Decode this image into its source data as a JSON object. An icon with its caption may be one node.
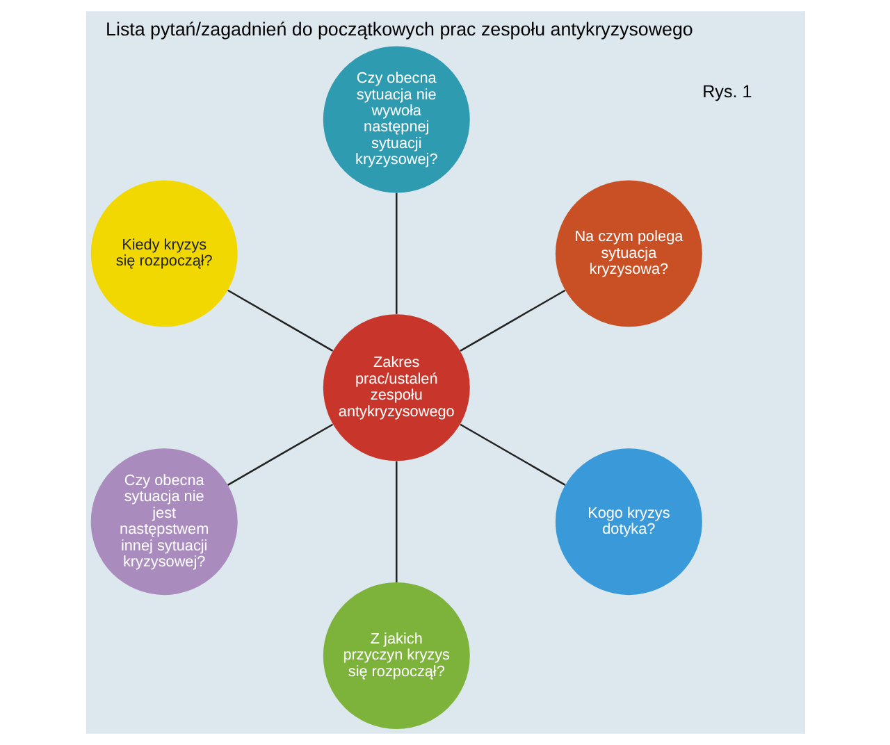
{
  "diagram": {
    "title": "Lista pytań/zagadnień do początkowych prac zespołu antykryzysowego",
    "nodes": [
      {
        "text": [
          "Na czym polega sytuacja kryzysowa?"
        ]
      },
      {
        "text": [
          "Czy obecna sytuacja nie wywoła następnej sytuacji kryzysowej?"
        ]
      },
      {
        "text": [
          "Kiedy kryzys się rozpoczął?"
        ]
      },
      {
        "text": [
          "Zakres prac/ustaleń zespołu antykryzysowego"
        ]
      },
      {
        "text": [
          "Czy obecna sytuacja nie jest następstwem innej sytuacji kryzysowej?"
        ]
      },
      {
        "text": [
          "Z jakich przyczyn kryzys się rozpoczął?"
        ]
      },
      {
        "text": [
          "Kogo kryzys dotyka?"
        ]
      }
    ],
    "edges": [
      {
        "from": 3,
        "to": 0,
        "arrow": "none"
      },
      {
        "from": 3,
        "to": 2,
        "arrow": "none"
      },
      {
        "from": 3,
        "to": 5,
        "arrow": "none"
      },
      {
        "from": 3,
        "to": 6,
        "arrow": "none"
      },
      {
        "from": 3,
        "to": 4,
        "arrow": "none"
      },
      {
        "from": 3,
        "to": 1,
        "arrow": "none"
      }
    ],
    "labels": [
      "Rys. 1"
    ]
  }
}
